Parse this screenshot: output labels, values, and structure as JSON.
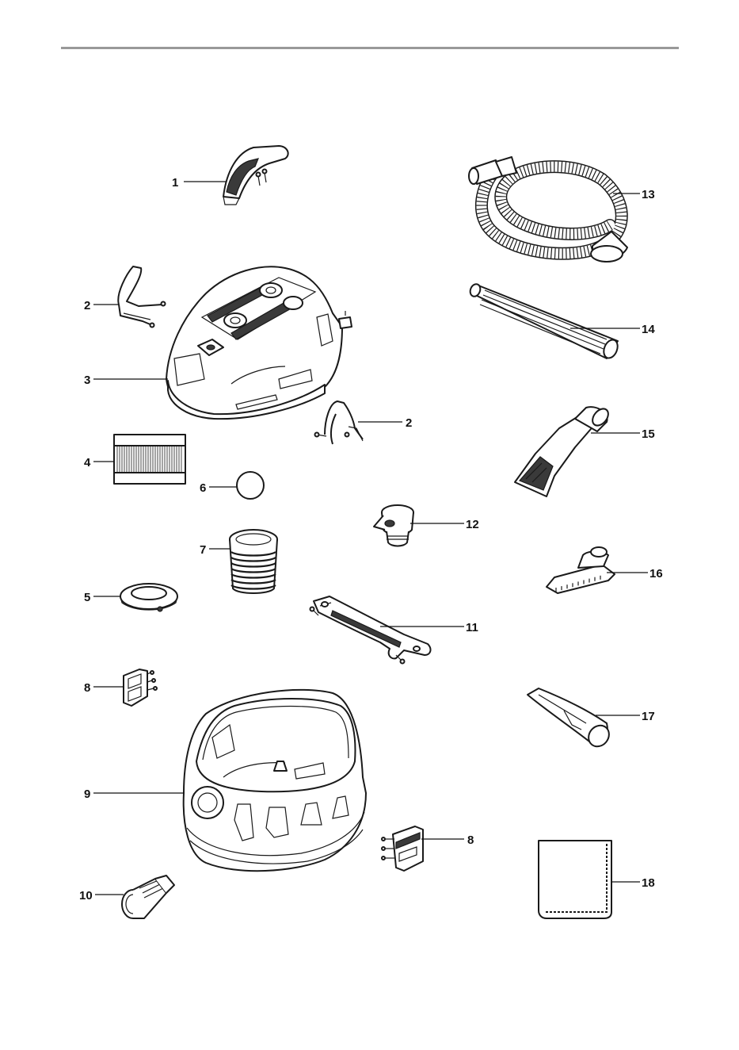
{
  "labels": {
    "p1": "1",
    "p2a": "2",
    "p2b": "2",
    "p3": "3",
    "p4": "4",
    "p5": "5",
    "p6": "6",
    "p7": "7",
    "p8a": "8",
    "p8b": "8",
    "p9": "9",
    "p10": "10",
    "p11": "11",
    "p12": "12",
    "p13": "13",
    "p14": "14",
    "p15": "15",
    "p16": "16",
    "p17": "17",
    "p18": "18"
  },
  "colors": {
    "line": "#111111",
    "rule": "#999999",
    "background": "#ffffff"
  }
}
